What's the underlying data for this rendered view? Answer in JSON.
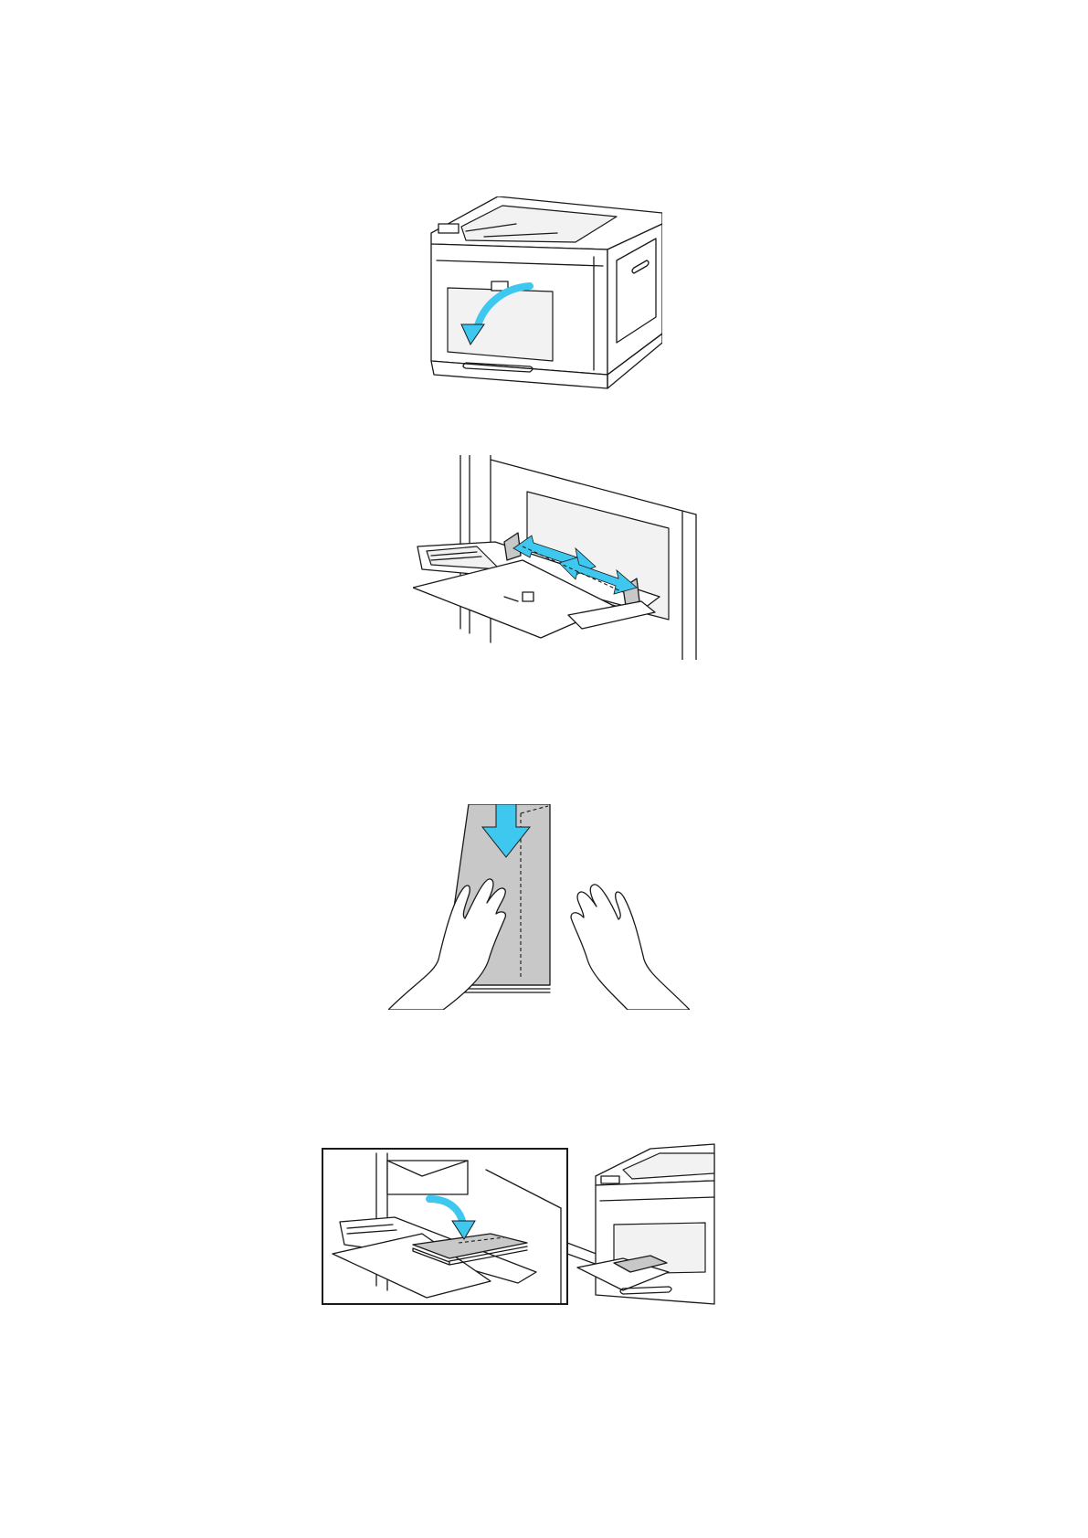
{
  "document": {
    "figures": [
      {
        "id": "fig-open-bypass-tray",
        "icon": "printer-open-tray-illustration"
      },
      {
        "id": "fig-adjust-width-guides",
        "icon": "tray-guides-illustration"
      },
      {
        "id": "fig-fan-envelopes",
        "icon": "hands-envelope-illustration"
      },
      {
        "id": "fig-load-envelopes",
        "icon": "envelope-loading-illustration"
      }
    ]
  },
  "colors": {
    "arrow": "#3ec8f0",
    "line": "#1a1a1a",
    "fill_gray": "#c8c8c8"
  }
}
